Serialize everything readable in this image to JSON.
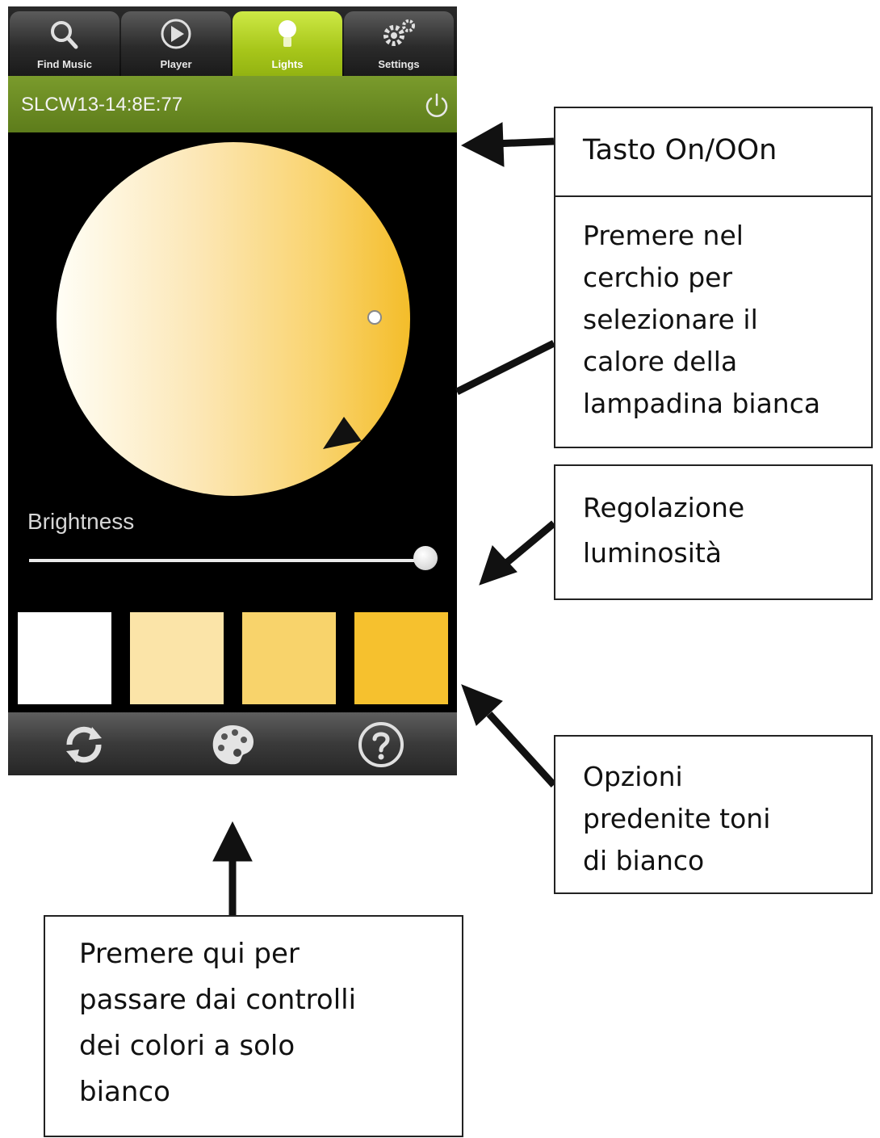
{
  "tabs": [
    {
      "label": "Find Music",
      "icon": "search-icon"
    },
    {
      "label": "Player",
      "icon": "play-icon"
    },
    {
      "label": "Lights",
      "icon": "lightbulb-icon",
      "active": true
    },
    {
      "label": "Settings",
      "icon": "gear-icon"
    }
  ],
  "device": {
    "name": "SLCW13-14:8E:77",
    "power_icon": "power-icon"
  },
  "brightness": {
    "label": "Brightness",
    "value_fraction": 1.0
  },
  "presets": [
    {
      "color": "#ffffff"
    },
    {
      "color": "#fbe4a8"
    },
    {
      "color": "#f8d36b"
    },
    {
      "color": "#f6c12e"
    }
  ],
  "bottom_actions": [
    {
      "icon": "refresh-icon"
    },
    {
      "icon": "palette-icon"
    },
    {
      "icon": "help-icon"
    }
  ],
  "colors": {
    "accent": "#a7c61a",
    "device_bar": "#6a8a22"
  },
  "annotations": {
    "power": "Tasto On/OOn",
    "wheel": "Premere nel\ncerchio per\nselezionare il\ncalore della\nlampadina bianca",
    "brightness": "Regolazione\nluminosità",
    "presets": "Opzioni\npredenite toni\ndi bianco",
    "toggle": "Premere qui per\npassare dai controlli\ndei colori a solo\nbianco"
  }
}
